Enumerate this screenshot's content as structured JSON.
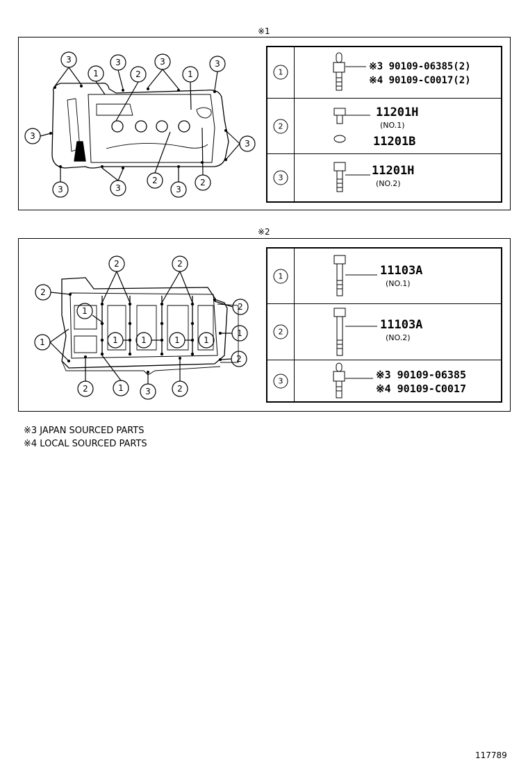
{
  "sections": [
    {
      "title": "※1",
      "rows": [
        {
          "num": "1",
          "lines": [
            {
              "text": "※3 90109-06385(2)"
            },
            {
              "text": "※4 90109-C0017(2)"
            }
          ]
        },
        {
          "num": "2",
          "lines": [
            {
              "text": "11201H"
            },
            {
              "text": "(NO.1)"
            },
            {
              "text": "11201B"
            }
          ]
        },
        {
          "num": "3",
          "lines": [
            {
              "text": "11201H"
            },
            {
              "text": "(NO.2)"
            }
          ]
        }
      ],
      "callouts": [
        "3",
        "1",
        "3",
        "2",
        "3",
        "1",
        "3",
        "3",
        "3",
        "3",
        "2",
        "3",
        "2",
        "3"
      ]
    },
    {
      "title": "※2",
      "rows": [
        {
          "num": "1",
          "lines": [
            {
              "text": "11103A"
            },
            {
              "text": "(NO.1)"
            }
          ]
        },
        {
          "num": "2",
          "lines": [
            {
              "text": "11103A"
            },
            {
              "text": "(NO.2)"
            }
          ]
        },
        {
          "num": "3",
          "lines": [
            {
              "text": "※3 90109-06385"
            },
            {
              "text": "※4 90109-C0017"
            }
          ]
        }
      ],
      "callouts": [
        "2",
        "2",
        "2",
        "2",
        "1",
        "1",
        "1",
        "1",
        "1",
        "1",
        "2",
        "1",
        "2",
        "1",
        "3",
        "2"
      ]
    }
  ],
  "notes": [
    "※3 JAPAN SOURCED PARTS",
    "※4 LOCAL SOURCED PARTS"
  ],
  "ref_number": "117789"
}
